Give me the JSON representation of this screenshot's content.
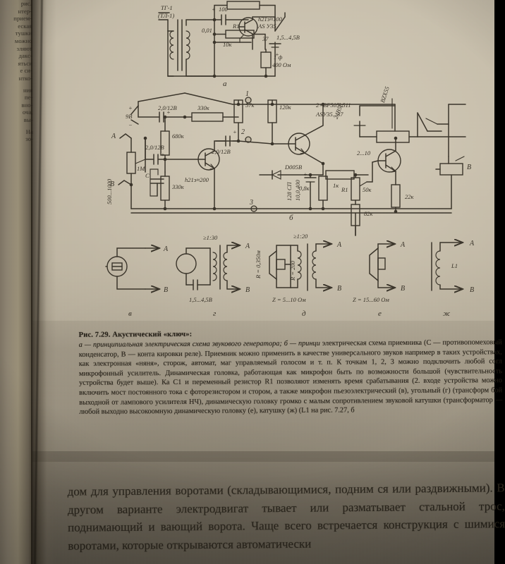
{
  "page": {
    "background_color": "#bdb49f",
    "ink_color": "#2b261d"
  },
  "facing_page": {
    "fragments": [
      "рис.",
      "нтер-",
      "прием-",
      "еская",
      "тушки",
      "можно",
      "зляют",
      "дакс-",
      "ятьси",
      "е си-",
      "нтко-"
    ],
    "fragments2": [
      "ния",
      "пе-",
      "вно-",
      "оча,",
      "вы-"
    ],
    "fragments3": [
      "На",
      "зо-"
    ]
  },
  "figure": {
    "label": "Рис. 7.29",
    "schematic_a": {
      "panel_letter": "а",
      "labels": [
        "ТГ-1",
        "(ТЛ-1)",
        "100",
        "0,01",
        "R1",
        "10к",
        "h21э≈100",
        "AS У35",
        "37",
        "1,5...4,5В",
        "1 ф",
        "400 Ом"
      ]
    },
    "schematic_b": {
      "panel_letter": "б",
      "labels": [
        "9В",
        "2,0/12В",
        "330к",
        "57к",
        "120к",
        "2×BF505..511",
        "ASУ35...37",
        "680к",
        "2,0/12В",
        "D005B",
        "1М",
        "500...1000",
        "C",
        "h21э≈200",
        "330к",
        "0,8к",
        "128 СП",
        "10,0  400",
        "1к",
        "R1",
        "50к",
        "82к",
        "22к",
        "2...10",
        "BZХ55",
        "24В5В",
        "В"
      ],
      "terminals": [
        "A",
        "B",
        "1",
        "2",
        "3"
      ]
    },
    "panels": [
      {
        "letter": "в",
        "type": "piezo-microphone",
        "terminals": [
          "A",
          "B"
        ],
        "notes": []
      },
      {
        "letter": "г",
        "type": "carbon-microphone-transformer",
        "terminals": [
          "A",
          "B"
        ],
        "notes": [
          "≥1:30",
          "1,5...4,5В"
        ]
      },
      {
        "letter": "д",
        "type": "loudspeaker-transformer",
        "terminals": [
          "A",
          "B"
        ],
        "notes": [
          "≥1:20",
          "R = 0,350м",
          "R = 200",
          "Z = 5...10 Ом"
        ]
      },
      {
        "letter": "е",
        "type": "high-impedance-loudspeaker",
        "terminals": [
          "A",
          "B"
        ],
        "notes": [
          "Z = 15...60 Ом"
        ]
      },
      {
        "letter": "ж",
        "type": "coil",
        "terminals": [
          "A",
          "B"
        ],
        "notes": [
          "L1"
        ]
      }
    ]
  },
  "caption": {
    "heading": "Рис. 7.29. Акустический «ключ»:",
    "lines": [
      "а — принципиальная электрическая схема звукового генератора; б — принци",
      "электрическая схема приемника (С — противопомеховый конденсатор, В — конта",
      "кировки реле). Приемник можно применить в качестве универсального звуков",
      "например в таких устройствах, как электронная «няня», сторож, автомат, маг",
      "управляемый голосом и т. п. К точкам 1, 2, 3 можно подключить любой согл",
      "микрофонный усилитель. Динамическая головка, работающая как микрофон",
      "быть по возможности большой (чувствительность устройства будет выше). Ка",
      "С1 и переменный резистор R1 позволяют изменять время срабатывания  (2.",
      "входе устройства можно включить мост постоянного тока с фоторезистором и",
      "стором, а также микрофон пьезоэлектрический (в), угольный (г) (трансформ",
      "бой выходной от лампового усилителя НЧ), динамическую головку громко",
      "с малым сопротивлением звуковой катушки (трансформатор — любой выходно",
      "высокоомную динамическую головку (е), катушку (ж) (L1 на рис. 7.27, б"
    ]
  },
  "body_text": {
    "lines": [
      "дом для управления воротами (складывающимися, подним",
      "ся или раздвижными). В другом варианте электродвигат",
      "тывает или разматывает стальной трос, поднимающий и",
      "вающий ворота. Чаще всего встречается конструкция с",
      "шимися воротами, которые открываются автоматически"
    ]
  }
}
